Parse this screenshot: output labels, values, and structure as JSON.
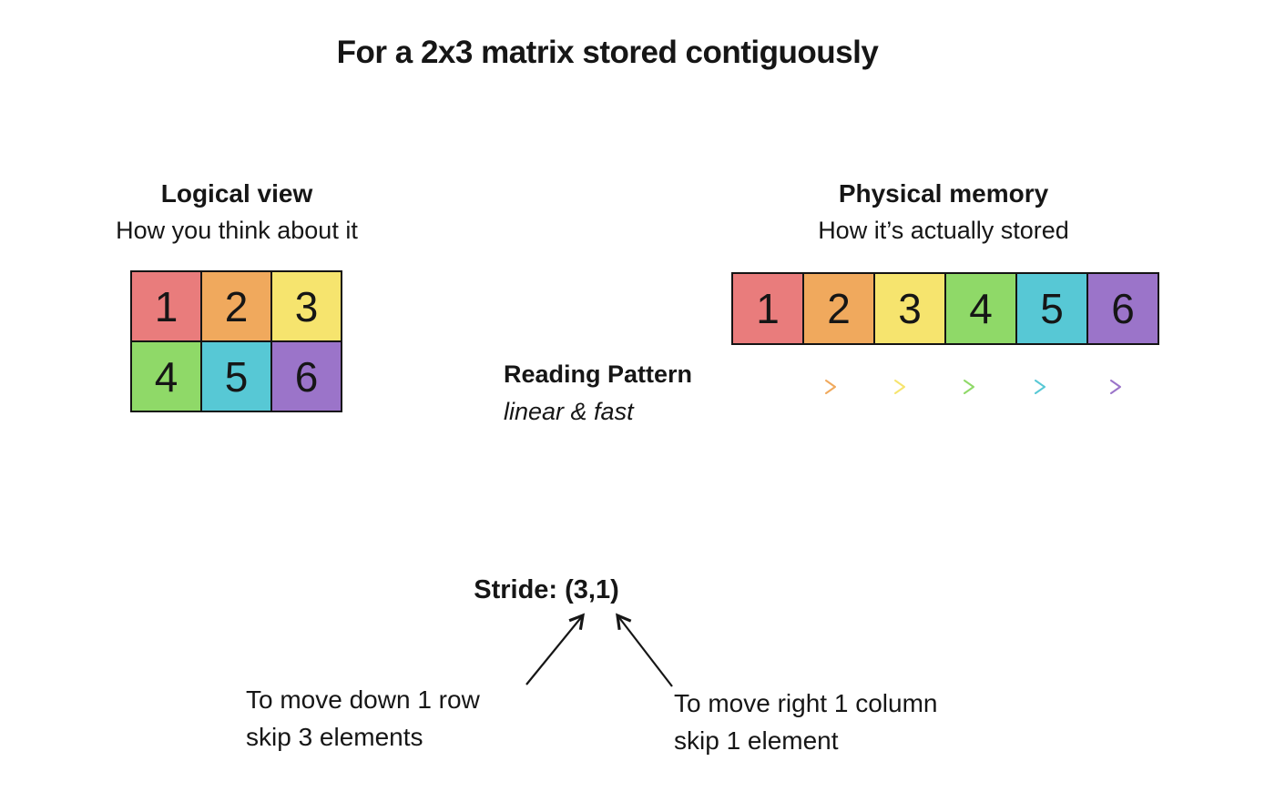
{
  "title": "For a 2x3 matrix stored contiguously",
  "colors": {
    "ink": "#161616",
    "palette": [
      "#E97C7C",
      "#F0A95D",
      "#F6E46E",
      "#8FD968",
      "#57C8D5",
      "#9B74C9"
    ]
  },
  "logical": {
    "heading": "Logical view",
    "subheading": "How you think about it",
    "rows": [
      [
        "1",
        "2",
        "3"
      ],
      [
        "4",
        "5",
        "6"
      ]
    ]
  },
  "physical": {
    "heading": "Physical memory",
    "subheading": "How it’s actually stored",
    "cells": [
      "1",
      "2",
      "3",
      "4",
      "5",
      "6"
    ]
  },
  "reading_pattern": {
    "label": "Reading Pattern",
    "sublabel": "linear & fast"
  },
  "stride": {
    "label": "Stride: (3,1)",
    "left_note": [
      "To move down 1 row",
      "skip 3 elements"
    ],
    "right_note": [
      "To move right 1 column",
      "skip 1 element"
    ]
  }
}
